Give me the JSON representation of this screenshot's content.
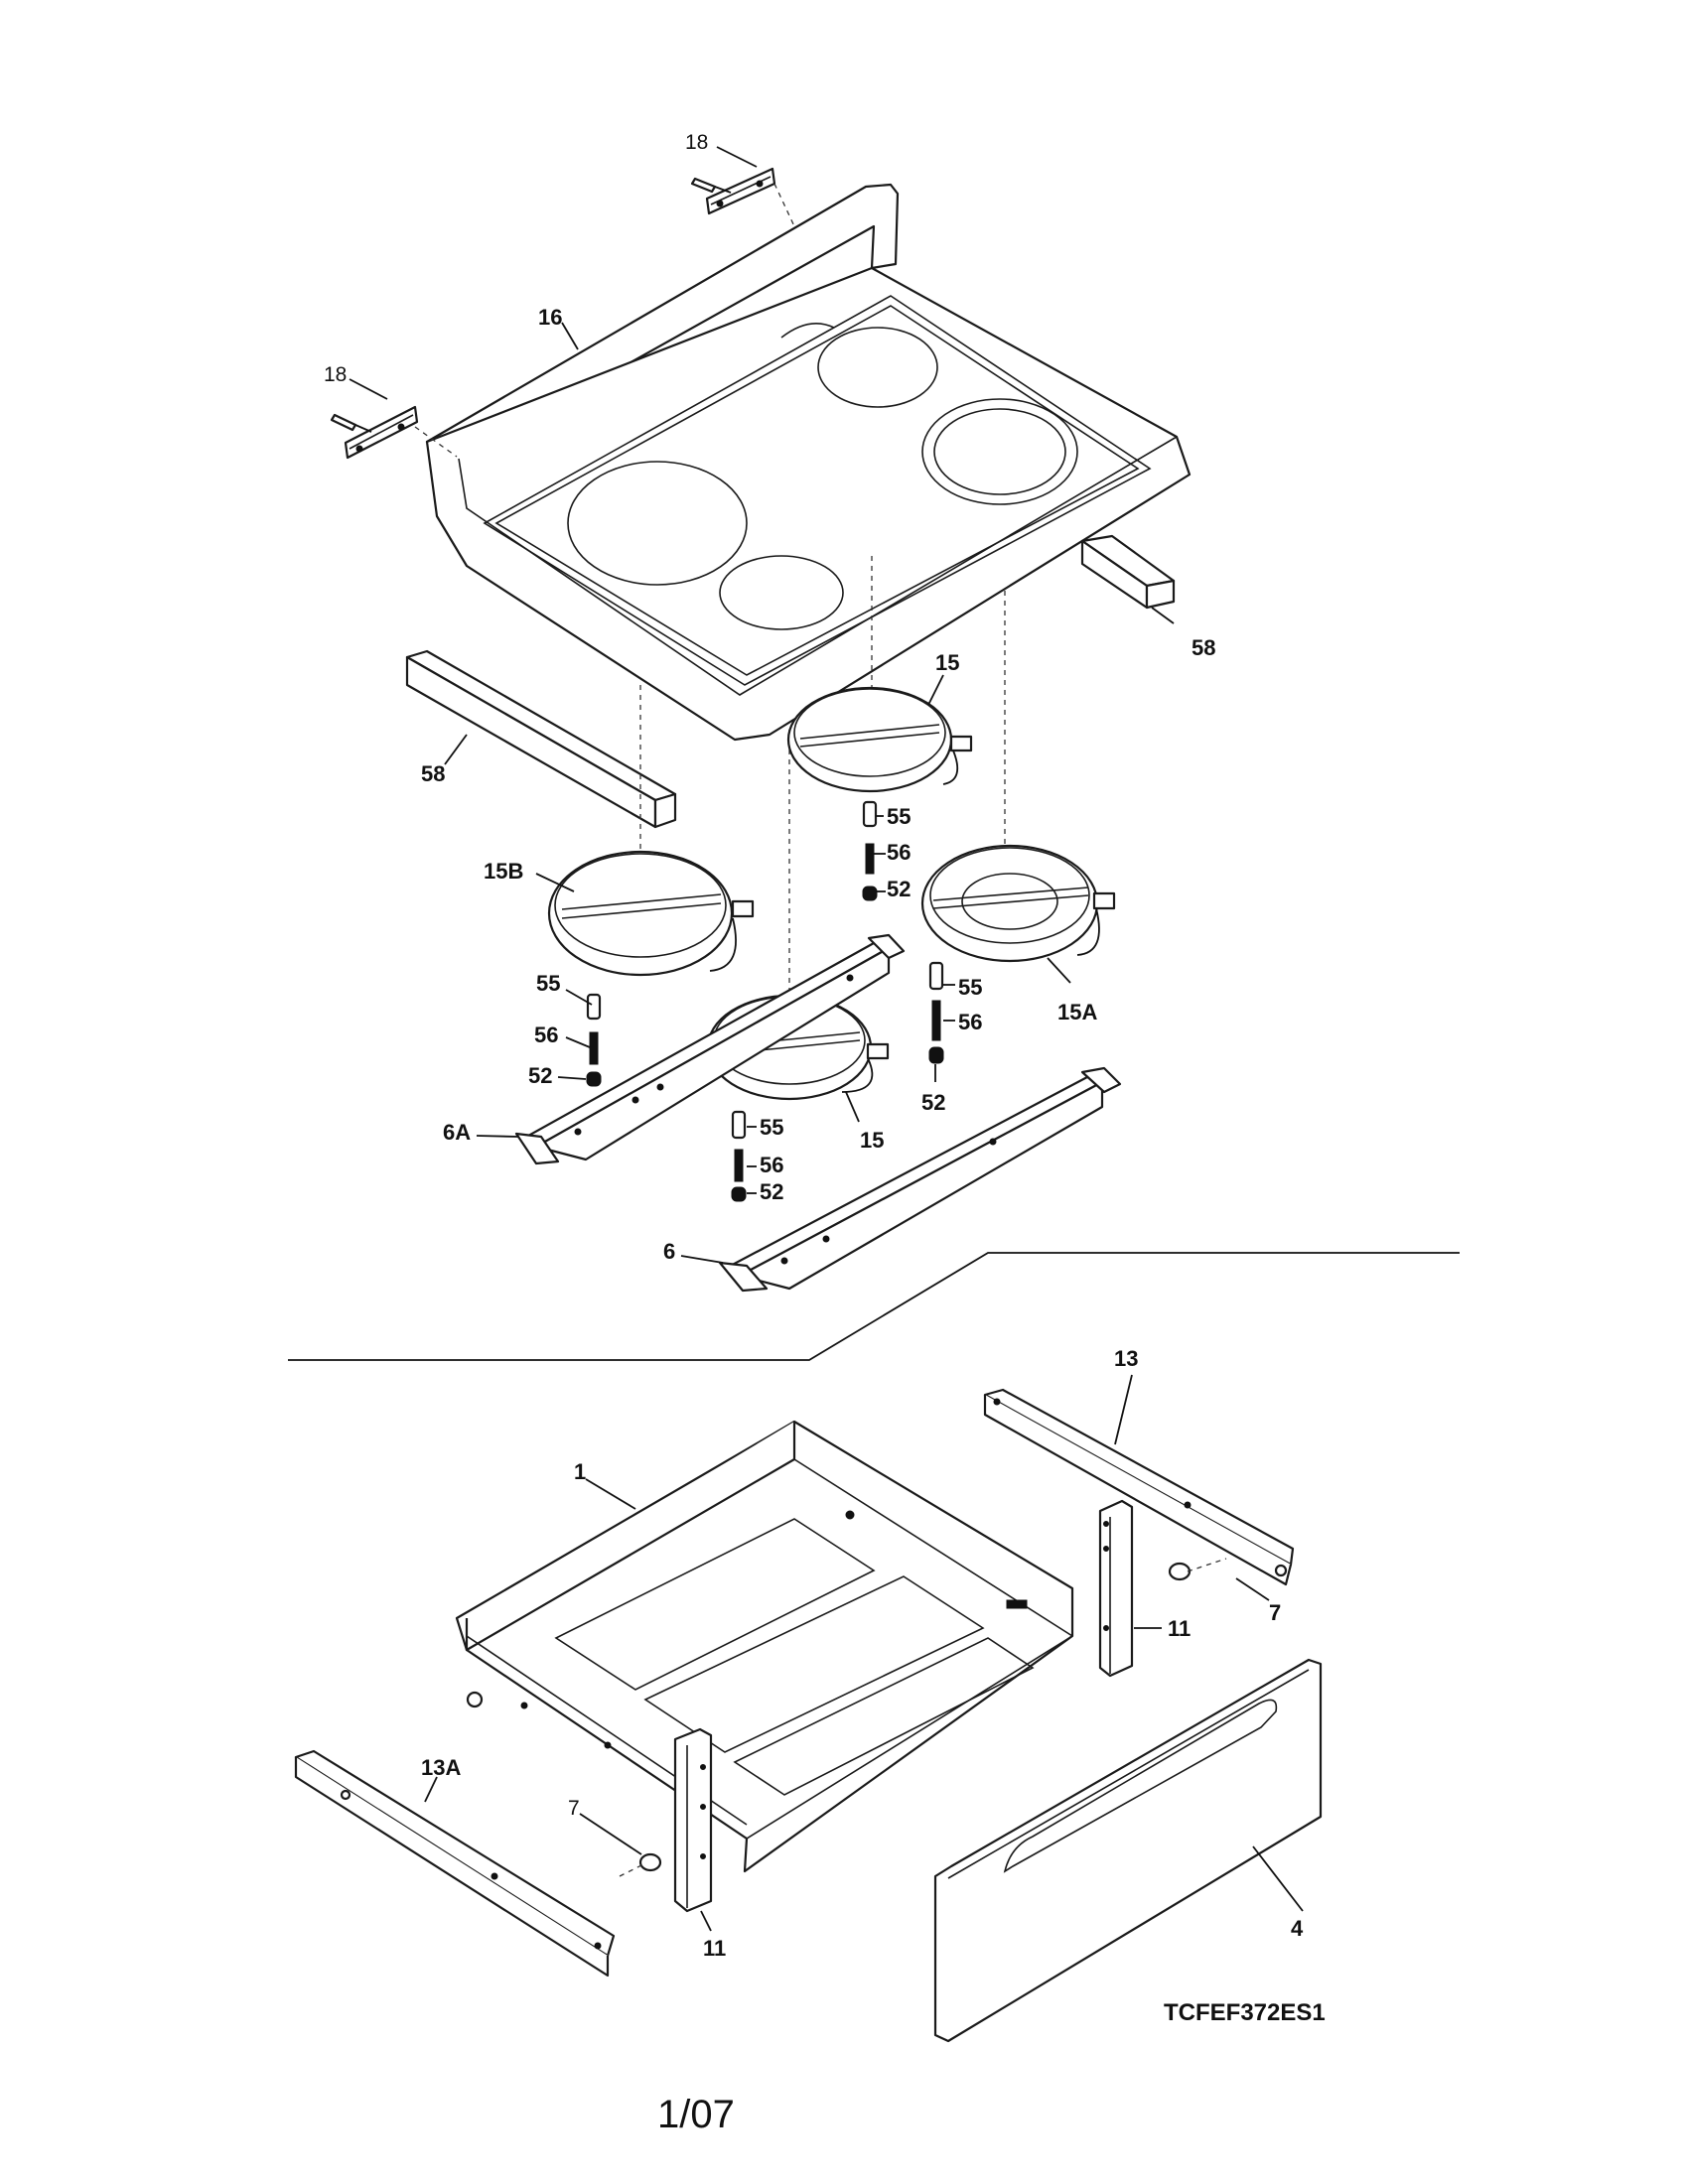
{
  "labels": {
    "p18a": "18",
    "p18b": "18",
    "p16": "16",
    "p58a": "58",
    "p58b": "58",
    "p15a": "15",
    "p15b": "15",
    "p15A": "15A",
    "p15B": "15B",
    "p55a": "55",
    "p55b": "55",
    "p55c": "55",
    "p55d": "55",
    "p56a": "56",
    "p56b": "56",
    "p56c": "56",
    "p56d": "56",
    "p52a": "52",
    "p52b": "52",
    "p52c": "52",
    "p52d": "52",
    "p6A": "6A",
    "p6": "6",
    "p13": "13",
    "p13A": "13A",
    "p1": "1",
    "p7a": "7",
    "p7b": "7",
    "p11a": "11",
    "p11b": "11",
    "p4": "4"
  },
  "diagram_code": "TCFEF372ES1",
  "page_number": "1/07"
}
